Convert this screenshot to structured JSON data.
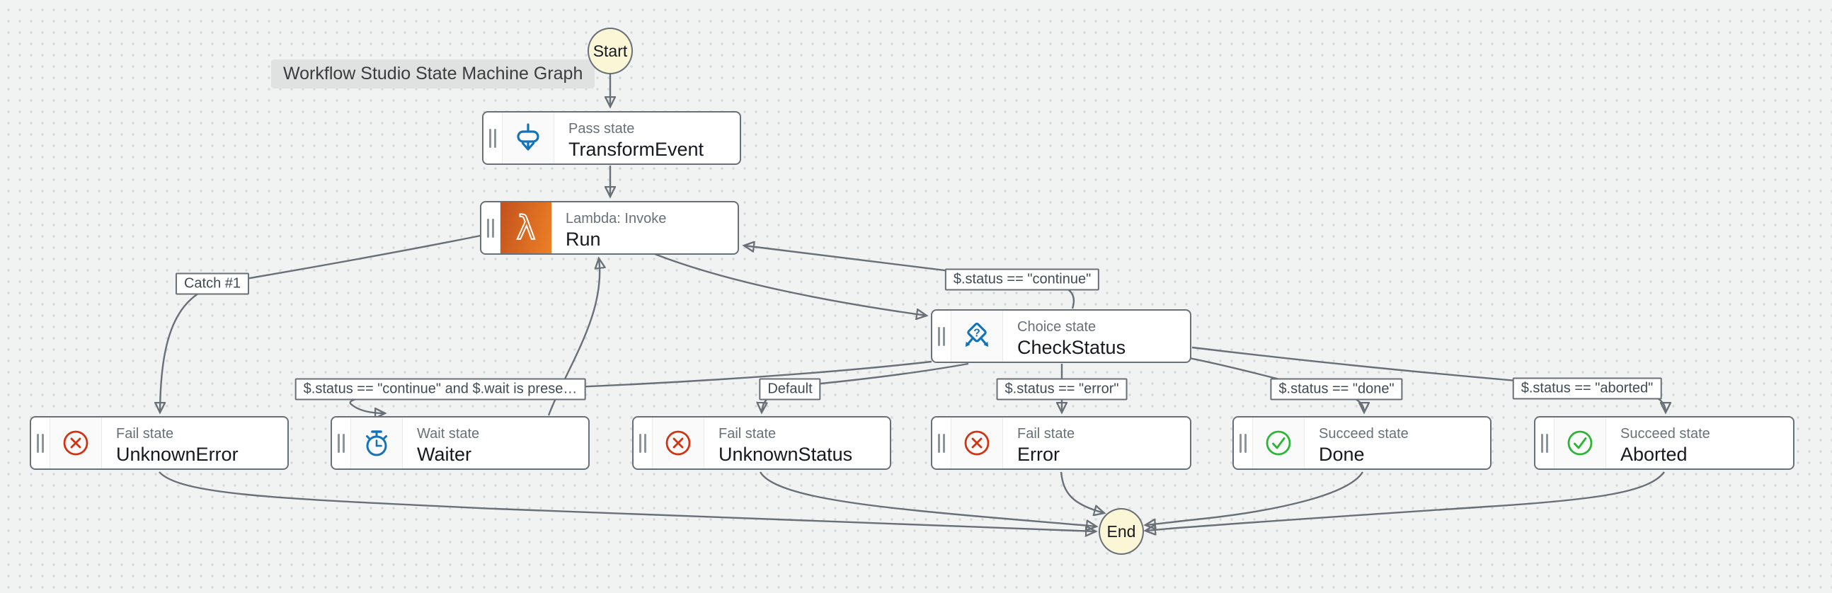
{
  "diagram": {
    "tooltip": "Workflow Studio State Machine Graph",
    "start_label": "Start",
    "end_label": "End"
  },
  "states": {
    "transform_event": {
      "type_label": "Pass state",
      "name": "TransformEvent",
      "icon": "pass-icon"
    },
    "run": {
      "type_label": "Lambda: Invoke",
      "name": "Run",
      "icon": "lambda-icon"
    },
    "check_status": {
      "type_label": "Choice state",
      "name": "CheckStatus",
      "icon": "choice-icon"
    },
    "unknown_error": {
      "type_label": "Fail state",
      "name": "UnknownError",
      "icon": "fail-icon"
    },
    "waiter": {
      "type_label": "Wait state",
      "name": "Waiter",
      "icon": "wait-icon"
    },
    "unknown_status": {
      "type_label": "Fail state",
      "name": "UnknownStatus",
      "icon": "fail-icon"
    },
    "error": {
      "type_label": "Fail state",
      "name": "Error",
      "icon": "fail-icon"
    },
    "done": {
      "type_label": "Succeed state",
      "name": "Done",
      "icon": "succeed-icon"
    },
    "aborted": {
      "type_label": "Succeed state",
      "name": "Aborted",
      "icon": "succeed-icon"
    }
  },
  "edge_labels": {
    "catch1": "Catch #1",
    "continue": "$.status == \"continue\"",
    "continue_wait": "$.status == \"continue\" and $.wait is prese…",
    "default": "Default",
    "error": "$.status == \"error\"",
    "done": "$.status == \"done\"",
    "aborted": "$.status == \"aborted\""
  },
  "icons": {
    "choice_glyph": "?",
    "lambda_glyph": "λ"
  },
  "colors": {
    "canvas_bg": "#f1f2f2",
    "dot_grid": "#d9dcdc",
    "node_border": "#697077",
    "edge": "#697077",
    "terminal_fill": "#fbf6d5",
    "type_text": "#687078",
    "name_text": "#16191f",
    "blue_icon": "#1273bb",
    "fail_red": "#d13212",
    "succeed_green": "#2bb534",
    "lambda_gradient_start": "#c2521c",
    "lambda_gradient_end": "#ee8026",
    "tooltip_bg": "#e0e1e1"
  }
}
